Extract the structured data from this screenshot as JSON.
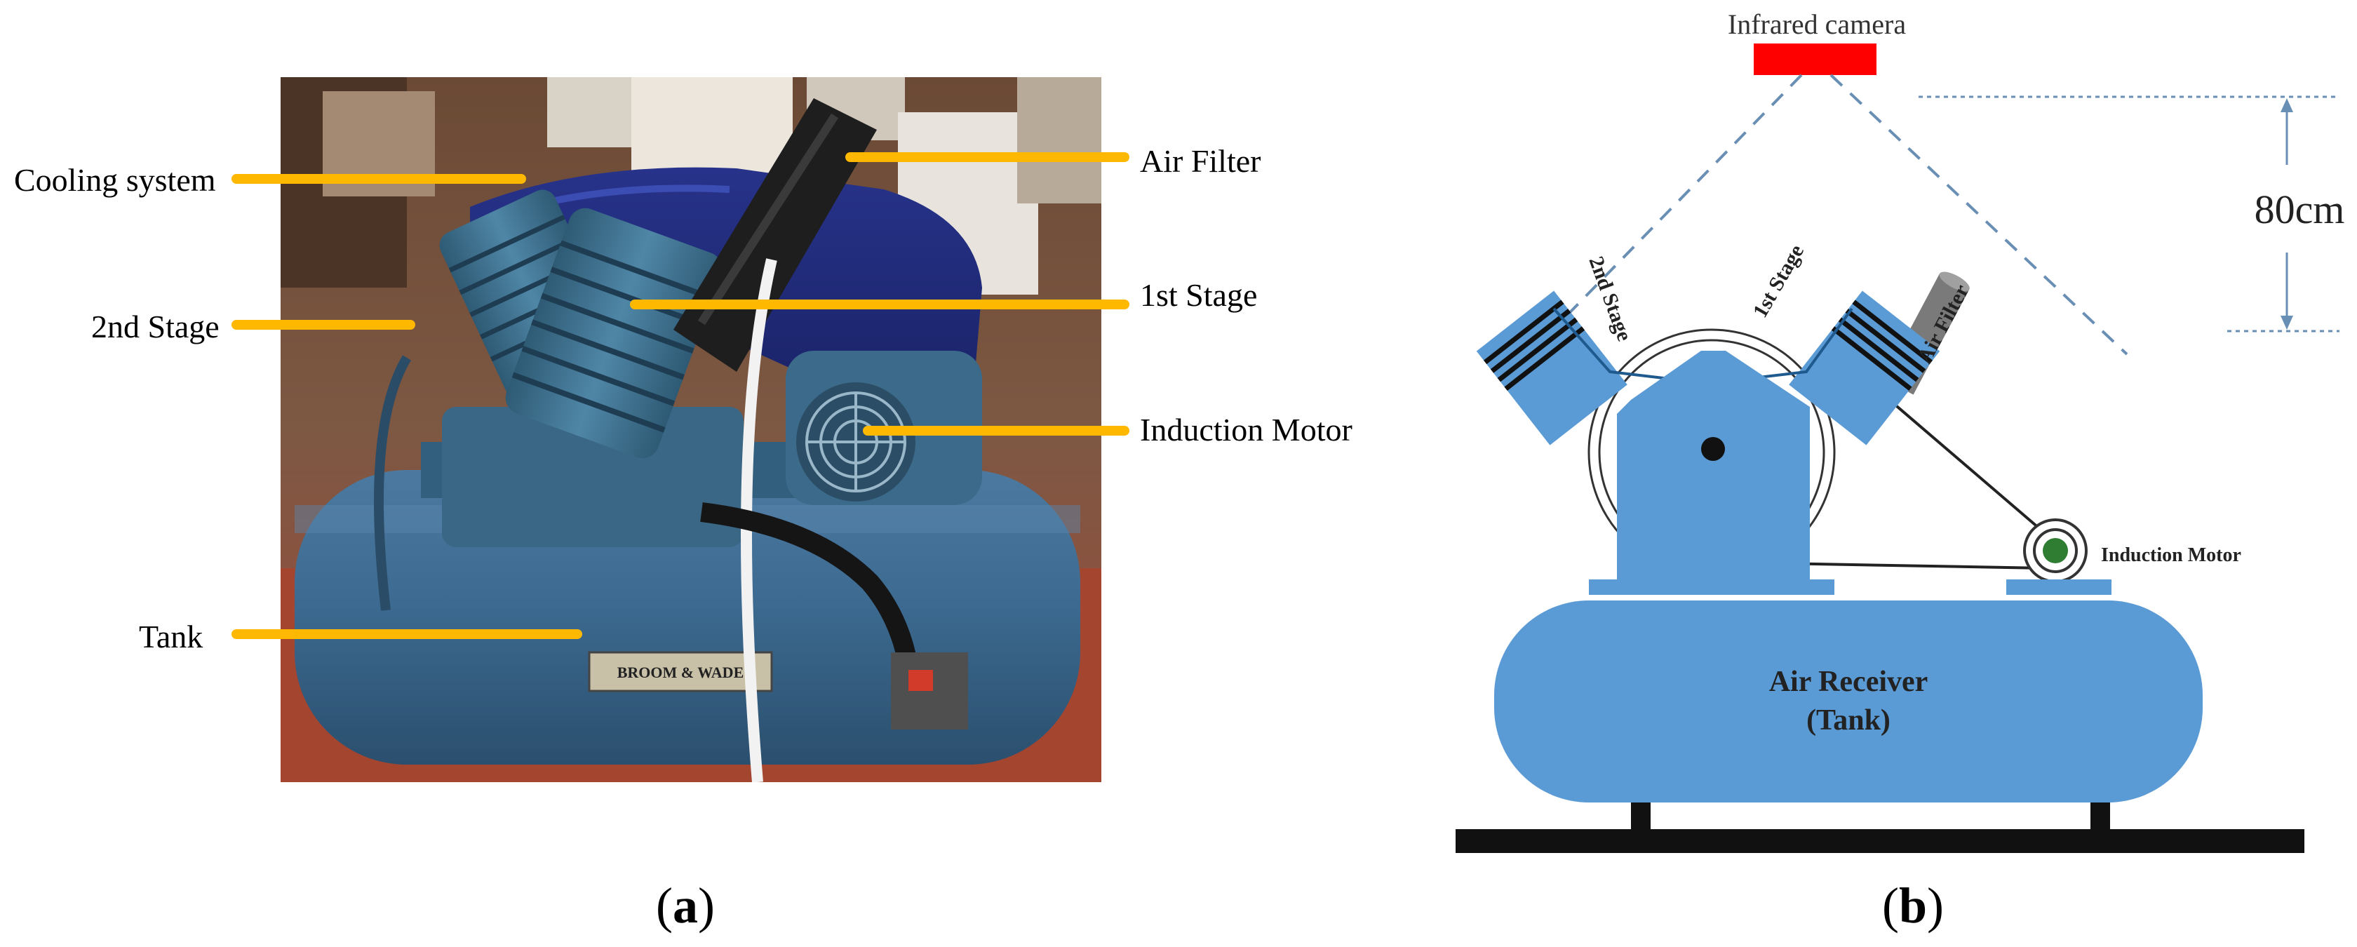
{
  "panel_a": {
    "labels": {
      "cooling_system": "Cooling system",
      "air_filter": "Air Filter",
      "second_stage": "2nd Stage",
      "first_stage": "1st Stage",
      "induction_motor": "Induction Motor",
      "tank": "Tank",
      "plate_text": "BROOM & WADE"
    },
    "caption_letter": "a"
  },
  "panel_b": {
    "camera_label": "Infrared camera",
    "distance_label": "80cm",
    "first_stage_label": "1st Stage",
    "second_stage_label": "2nd Stage",
    "air_filter_label": "Air Filter",
    "induction_motor_label": "Induction Motor",
    "tank_label_line1": "Air Receiver",
    "tank_label_line2": "(Tank)",
    "caption_letter": "b"
  },
  "colors": {
    "leader": "#FFB800",
    "machine_blue": "#5B9BD5",
    "camera_red": "#FF0000",
    "dim_line": "#6A8FB5"
  }
}
